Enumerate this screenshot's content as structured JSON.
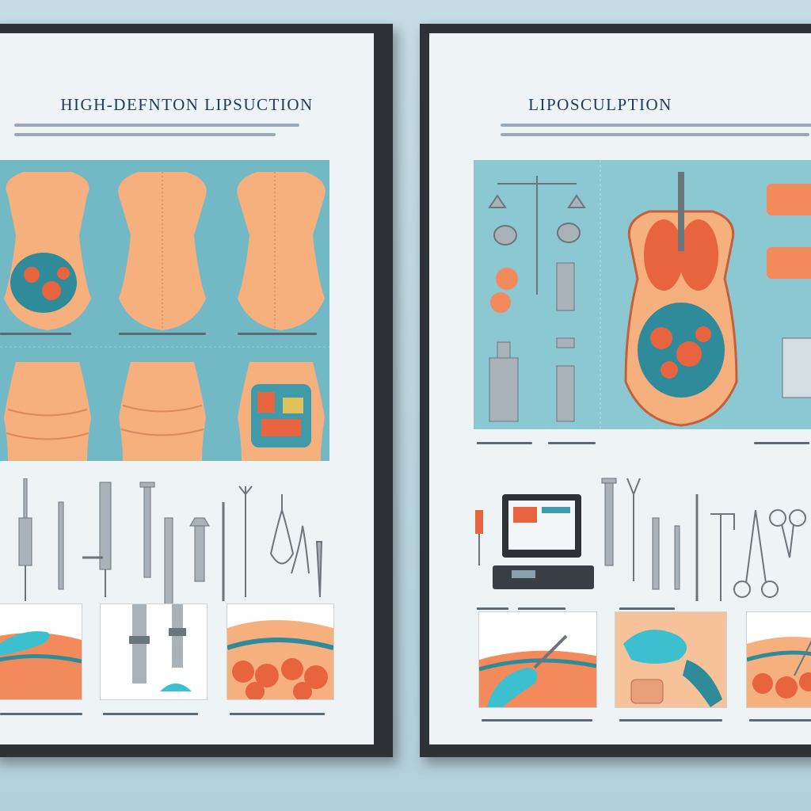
{
  "posters": [
    {
      "title": "HIGH-DEFNTON LIPSUCTION"
    },
    {
      "title": "LIPOSCULPTION"
    }
  ],
  "colors": {
    "wall": "#b9d3dc",
    "frame": "#2e3135",
    "poster": "#eef3f5",
    "panel": "#72b8c5",
    "skin": "#f6b07e",
    "fat": "#e8643e",
    "glove": "#3cc0cf",
    "steel": "#a9b2b8",
    "title": "#1f3a5a"
  },
  "icons": [
    "torso-figure",
    "syringe-icon",
    "scissors-icon",
    "cannula-icon",
    "gloved-hand-icon",
    "monitor-icon"
  ]
}
